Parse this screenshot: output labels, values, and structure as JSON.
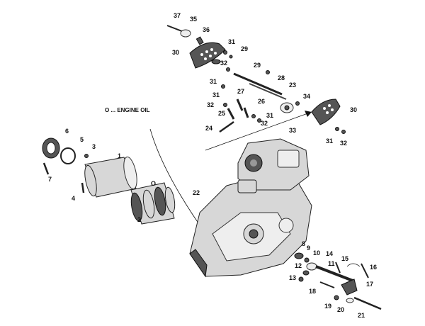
{
  "legend": {
    "text": "O ... ENGINE OIL"
  },
  "callouts": {
    "c37": "37",
    "c35": "35",
    "c36": "36",
    "c31a": "31",
    "c29a": "29",
    "c30a": "30",
    "c32a": "32",
    "c31b": "31",
    "c29b": "29",
    "c28": "28",
    "c23": "23",
    "c27": "27",
    "c31c": "31",
    "c32b": "32",
    "c26": "26",
    "c25": "25",
    "c31d": "31",
    "c32c": "32",
    "c34": "34",
    "c30b": "30",
    "c24": "24",
    "c33": "33",
    "c31e": "31",
    "c32d": "32",
    "c6": "6",
    "c5": "5",
    "c3": "3",
    "c1": "1",
    "c7": "7",
    "c4": "4",
    "c2": "2",
    "c0": "O",
    "c22": "22",
    "c8": "8",
    "c9": "9",
    "c10": "10",
    "c14": "14",
    "c11": "11",
    "c12": "12",
    "c13": "13",
    "c15": "15",
    "c16": "16",
    "c17": "17",
    "c18": "18",
    "c19": "19",
    "c20": "20",
    "c21": "21"
  },
  "colors": {
    "ink": "#111111",
    "metal": "#d7d7d7",
    "dark": "#555555"
  }
}
